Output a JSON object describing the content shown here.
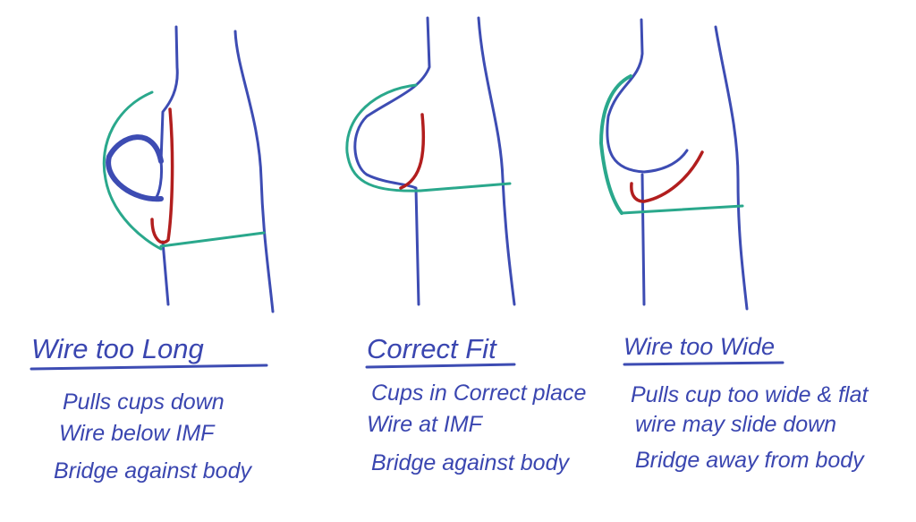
{
  "panels": [
    {
      "title": "Wire too Long",
      "notes": [
        "Pulls cups down",
        "Wire below IMF",
        "Bridge against body"
      ]
    },
    {
      "title": "Correct Fit",
      "notes": [
        "Cups in Correct place",
        "Wire at IMF",
        "Bridge against body"
      ]
    },
    {
      "title": "Wire too Wide",
      "notes": [
        "Pulls cup too wide & flat",
        "wire may slide down",
        "Bridge away from body"
      ]
    }
  ],
  "colors": {
    "body": "#3d4cb3",
    "bra_cup": "#2aa88c",
    "wire": "#b21e1e"
  }
}
